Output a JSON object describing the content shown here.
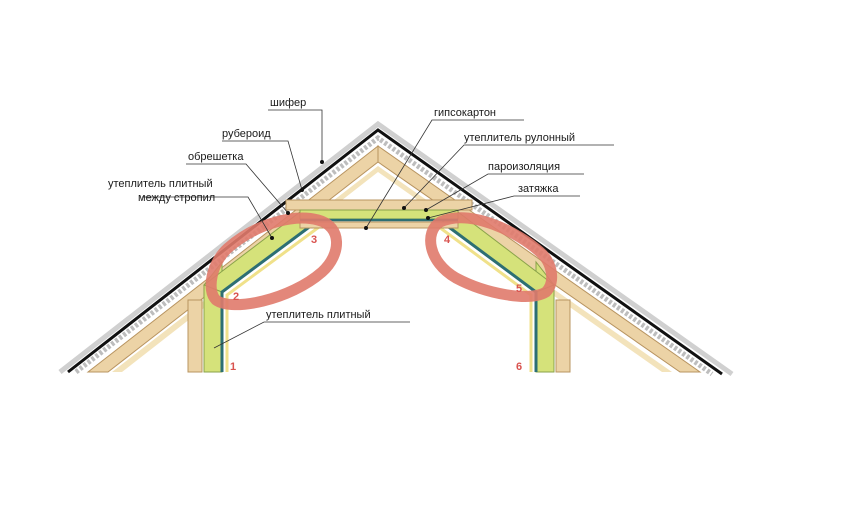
{
  "labels": {
    "shifer": "шифер",
    "ruberoid": "рубероид",
    "obreshetka": "обрешетка",
    "plate_insulation_between_line1": "утеплитель плитный",
    "plate_insulation_between_line2": "между стропил",
    "gypsum_board": "гипсокартон",
    "roll_insulation": "утеплитель рулонный",
    "vapor_barrier": "пароизоляция",
    "tie_beam": "затяжка",
    "plate_insulation": "утеплитель плитный"
  },
  "markers": [
    "1",
    "2",
    "3",
    "4",
    "5",
    "6"
  ],
  "colors": {
    "wood": "#ecd3a6",
    "wood_edge": "#b89460",
    "insulation": "#d5e27a",
    "vapor": "#2d6f73",
    "drywall": "#fff6c8",
    "roof_dark": "#111111",
    "roof_light": "#cfcfcf",
    "highlight": "#e07a6c",
    "marker": "#d9534f"
  }
}
